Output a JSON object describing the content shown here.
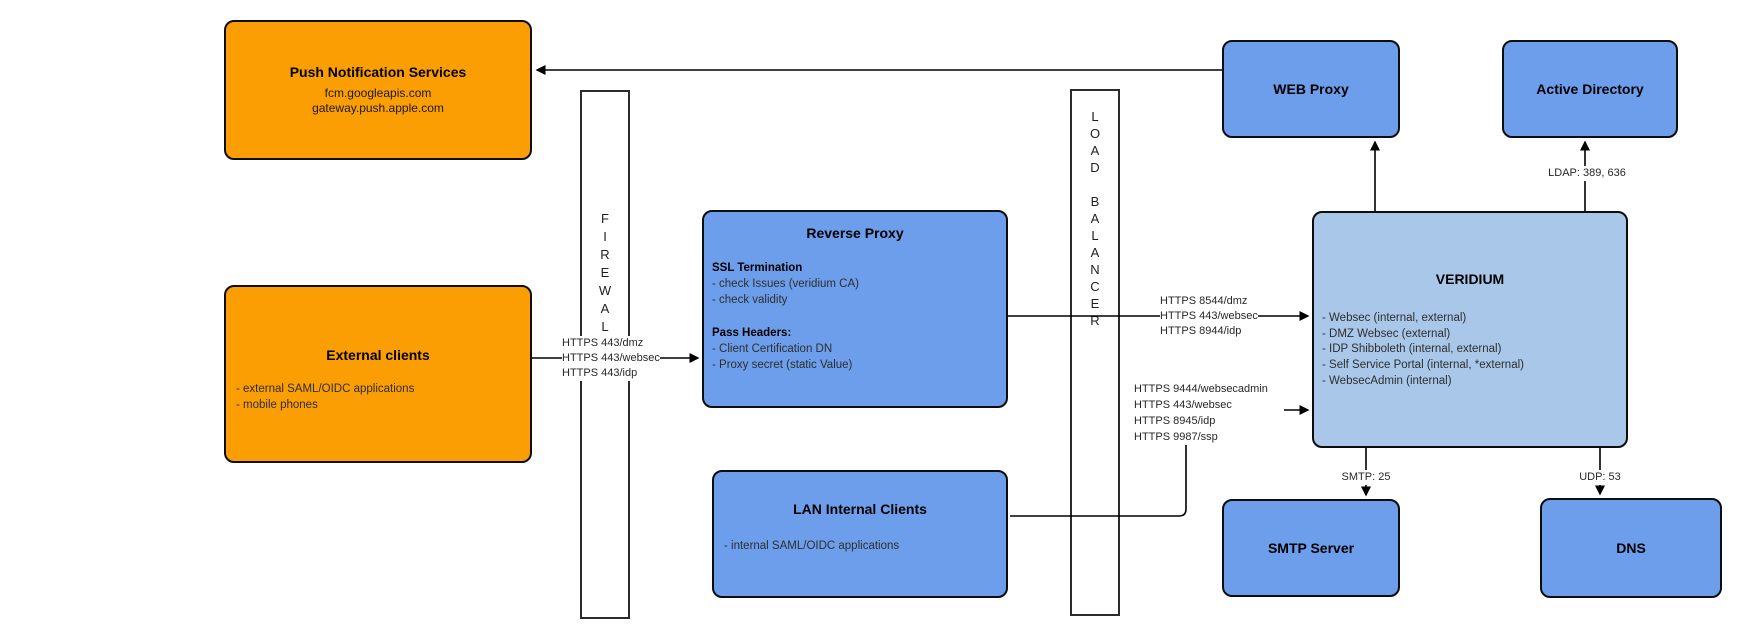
{
  "diagram": {
    "nodes": {
      "push": {
        "title": "Push Notification Services",
        "lines": [
          "fcm.googleapis.com",
          "gateway.push.apple.com"
        ]
      },
      "external": {
        "title": "External clients",
        "lines": [
          "- external SAML/OIDC applications",
          "- mobile phones"
        ]
      },
      "firewall": {
        "label": "FIREWALL"
      },
      "reverse_proxy": {
        "title": "Reverse Proxy",
        "sections": [
          {
            "heading": "SSL Termination",
            "items": [
              "- check Issues (veridium CA)",
              "- check validity"
            ]
          },
          {
            "heading": "Pass Headers:",
            "items": [
              "- Client Certification DN",
              "- Proxy secret (static Value)"
            ]
          }
        ]
      },
      "lan": {
        "title": "LAN Internal Clients",
        "lines": [
          "- internal SAML/OIDC applications"
        ]
      },
      "load_balancer": {
        "label": "LOAD BALANCER"
      },
      "web_proxy": {
        "title": "WEB Proxy"
      },
      "active_directory": {
        "title": "Active Directory"
      },
      "veridium": {
        "title": "VERIDIUM",
        "lines": [
          "- Websec (internal, external)",
          "- DMZ Websec (external)",
          "- IDP Shibboleth (internal, external)",
          "- Self Service Portal (internal, *external)",
          "- WebsecAdmin (internal)"
        ]
      },
      "smtp": {
        "title": "SMTP Server"
      },
      "dns": {
        "title": "DNS"
      }
    },
    "edge_labels": {
      "external_to_rp": [
        "HTTPS 443/dmz",
        "HTTPS 443/websec",
        "HTTPS 443/idp"
      ],
      "rp_to_veridium": [
        "HTTPS 8544/dmz",
        "HTTPS 443/websec",
        "HTTPS 8944/idp"
      ],
      "lan_to_veridium": [
        "HTTPS 9444/websecadmin",
        "HTTPS 443/websec",
        "HTTPS 8945/idp",
        "HTTPS 9987/ssp"
      ],
      "ldap": "LDAP: 389, 636",
      "smtp": "SMTP: 25",
      "udp": "UDP: 53"
    },
    "colors": {
      "orange": "#FB9E04",
      "blue": "#6D9EEB",
      "light_blue": "#A9C7E9",
      "line": "#000000"
    }
  }
}
